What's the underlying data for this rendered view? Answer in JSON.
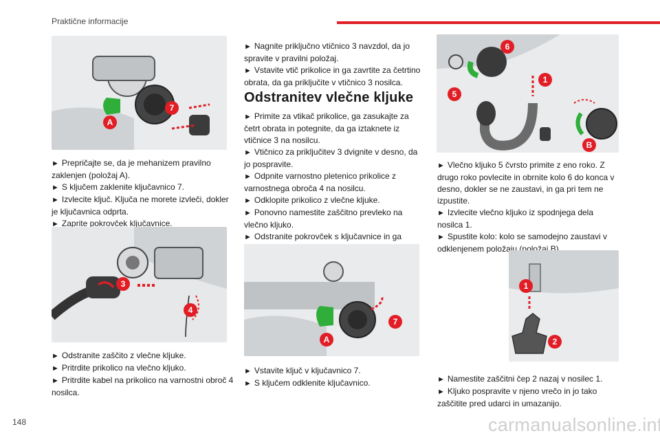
{
  "header": {
    "title": "Praktične informacije"
  },
  "page_number": "148",
  "watermark": "carmanualsonline.info",
  "section_title": "Odstranitev vlečne kljuke",
  "colors": {
    "accent_red": "#e11e25",
    "green_key": "#2fae3a"
  },
  "col1": {
    "block1": [
      "Prepričajte se, da je mehanizem pravilno zaklenjen (položaj A).",
      "S ključem zaklenite ključavnico 7.",
      "Izvlecite ključ. Ključa ne morete izvleči, dokler je ključavnica odprta.",
      "Zaprite pokrovček ključavnice."
    ],
    "block2": [
      "Odstranite zaščito z vlečne kljuke.",
      "Pritrdite prikolico na vlečno kljuko.",
      "Pritrdite kabel na prikolico na varnostni obroč 4 nosilca."
    ]
  },
  "col2": {
    "block1": [
      "Nagnite priključno vtičnico 3 navzdol, da jo spravite v pravilni položaj.",
      "Vstavite vtič prikolice in ga zavrtite za četrtino obrata, da ga priključite v vtičnico 3 nosilca."
    ],
    "block2": [
      "Primite za vtikač prikolice, ga zasukajte za četrt obrata in potegnite, da ga iztaknete iz vtičnice 3 na nosilcu.",
      "Vtičnico za priključitev 3 dvignite v desno, da jo pospravite.",
      "Odpnite varnostno pletenico prikolice z varnostnega obroča 4 na nosilcu.",
      "Odklopite prikolico z vlečne kljuke.",
      "Ponovno namestite zaščitno prevleko na vlečno kljuko.",
      "Odstranite pokrovček s ključavnice in ga nataknite na glavo ključa."
    ],
    "block3": [
      "Vstavite ključ v ključavnico 7.",
      "S ključem odklenite ključavnico."
    ]
  },
  "col3": {
    "block1": [
      "Vlečno kljuko 5 čvrsto primite z eno roko. Z drugo roko povlecite in obrnite kolo 6 do konca v desno, dokler se ne zaustavi, in ga pri tem ne izpustite.",
      "Izvlecite vlečno kljuko iz spodnjega dela nosilca 1.",
      "Spustite kolo: kolo se samodejno zaustavi v odklenjenem položaju (položaj B)."
    ],
    "block2": [
      "Namestite zaščitni čep 2 nazaj v nosilec 1.",
      "Kljuko pospravite v njeno vrečo in jo tako zaščitite pred udarci in umazanijo."
    ]
  },
  "callouts": {
    "fig1": [
      "7",
      "A"
    ],
    "fig2": [
      "3",
      "4"
    ],
    "fig3": [
      "7",
      "A"
    ],
    "fig4": [
      "6",
      "5",
      "1",
      "B"
    ],
    "fig5": [
      "1",
      "2"
    ]
  }
}
